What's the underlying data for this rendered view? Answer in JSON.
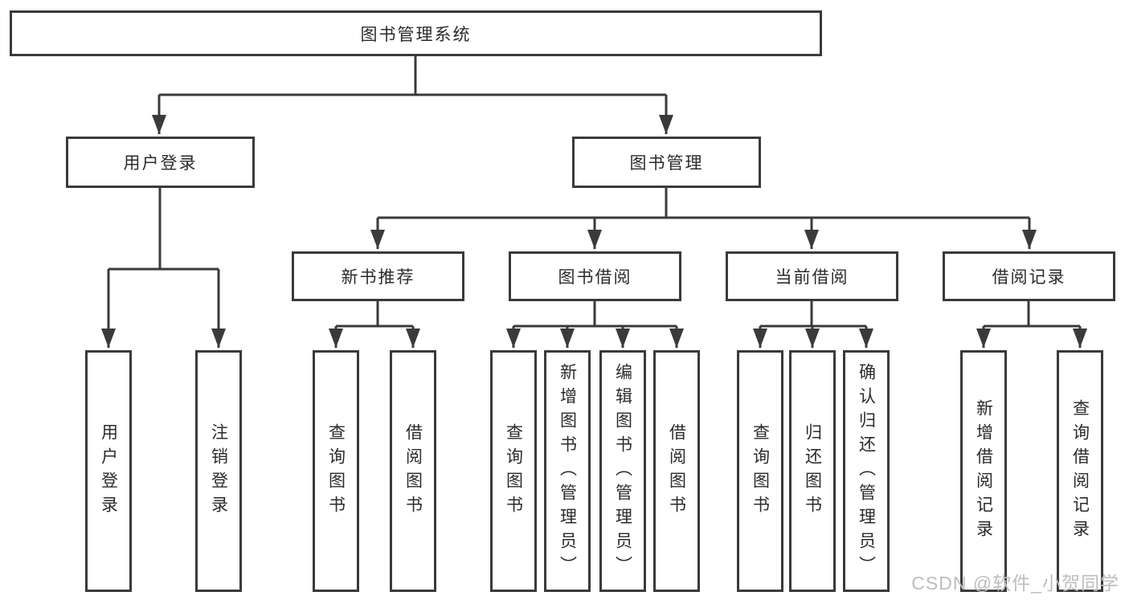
{
  "diagram": {
    "title": "图书管理系统",
    "root": {
      "label": "图书管理系统"
    },
    "level2": [
      {
        "label": "用户登录"
      },
      {
        "label": "图书管理"
      }
    ],
    "level3": [
      {
        "label": "新书推荐"
      },
      {
        "label": "图书借阅"
      },
      {
        "label": "当前借阅"
      },
      {
        "label": "借阅记录"
      }
    ],
    "leaves": {
      "user_login": [
        "用户登录",
        "注销登录"
      ],
      "new_book": [
        "查询图书",
        "借阅图书"
      ],
      "book_borrow": [
        "查询图书",
        "新增图书（管理员）",
        "编辑图书（管理员）",
        "借阅图书"
      ],
      "current_borrow": [
        "查询图书",
        "归还图书",
        "确认归还（管理员）"
      ],
      "borrow_record": [
        "新增借阅记录",
        "查询借阅记录"
      ]
    }
  },
  "watermark": {
    "text": "CSDN @软件_小贺同学"
  },
  "colors": {
    "line": "#3a3a3c",
    "text": "#2b2b2d",
    "watermark": "#bdbdbf",
    "background": "#ffffff"
  }
}
